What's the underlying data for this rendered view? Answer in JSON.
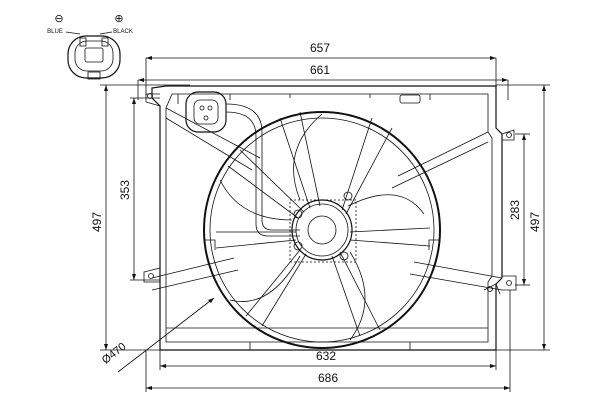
{
  "dimensions": {
    "top_outer": "657",
    "top_inner": "661",
    "bottom_inner": "632",
    "bottom_outer": "686",
    "left_outer": "497",
    "left_inner": "353",
    "right_inner": "283",
    "right_outer": "497",
    "fan_diameter": "Ø470"
  },
  "connector": {
    "pin_left_symbol": "⊖",
    "pin_right_symbol": "⊕",
    "pin_left_label": "BLUE",
    "pin_right_label": "BLACK"
  }
}
